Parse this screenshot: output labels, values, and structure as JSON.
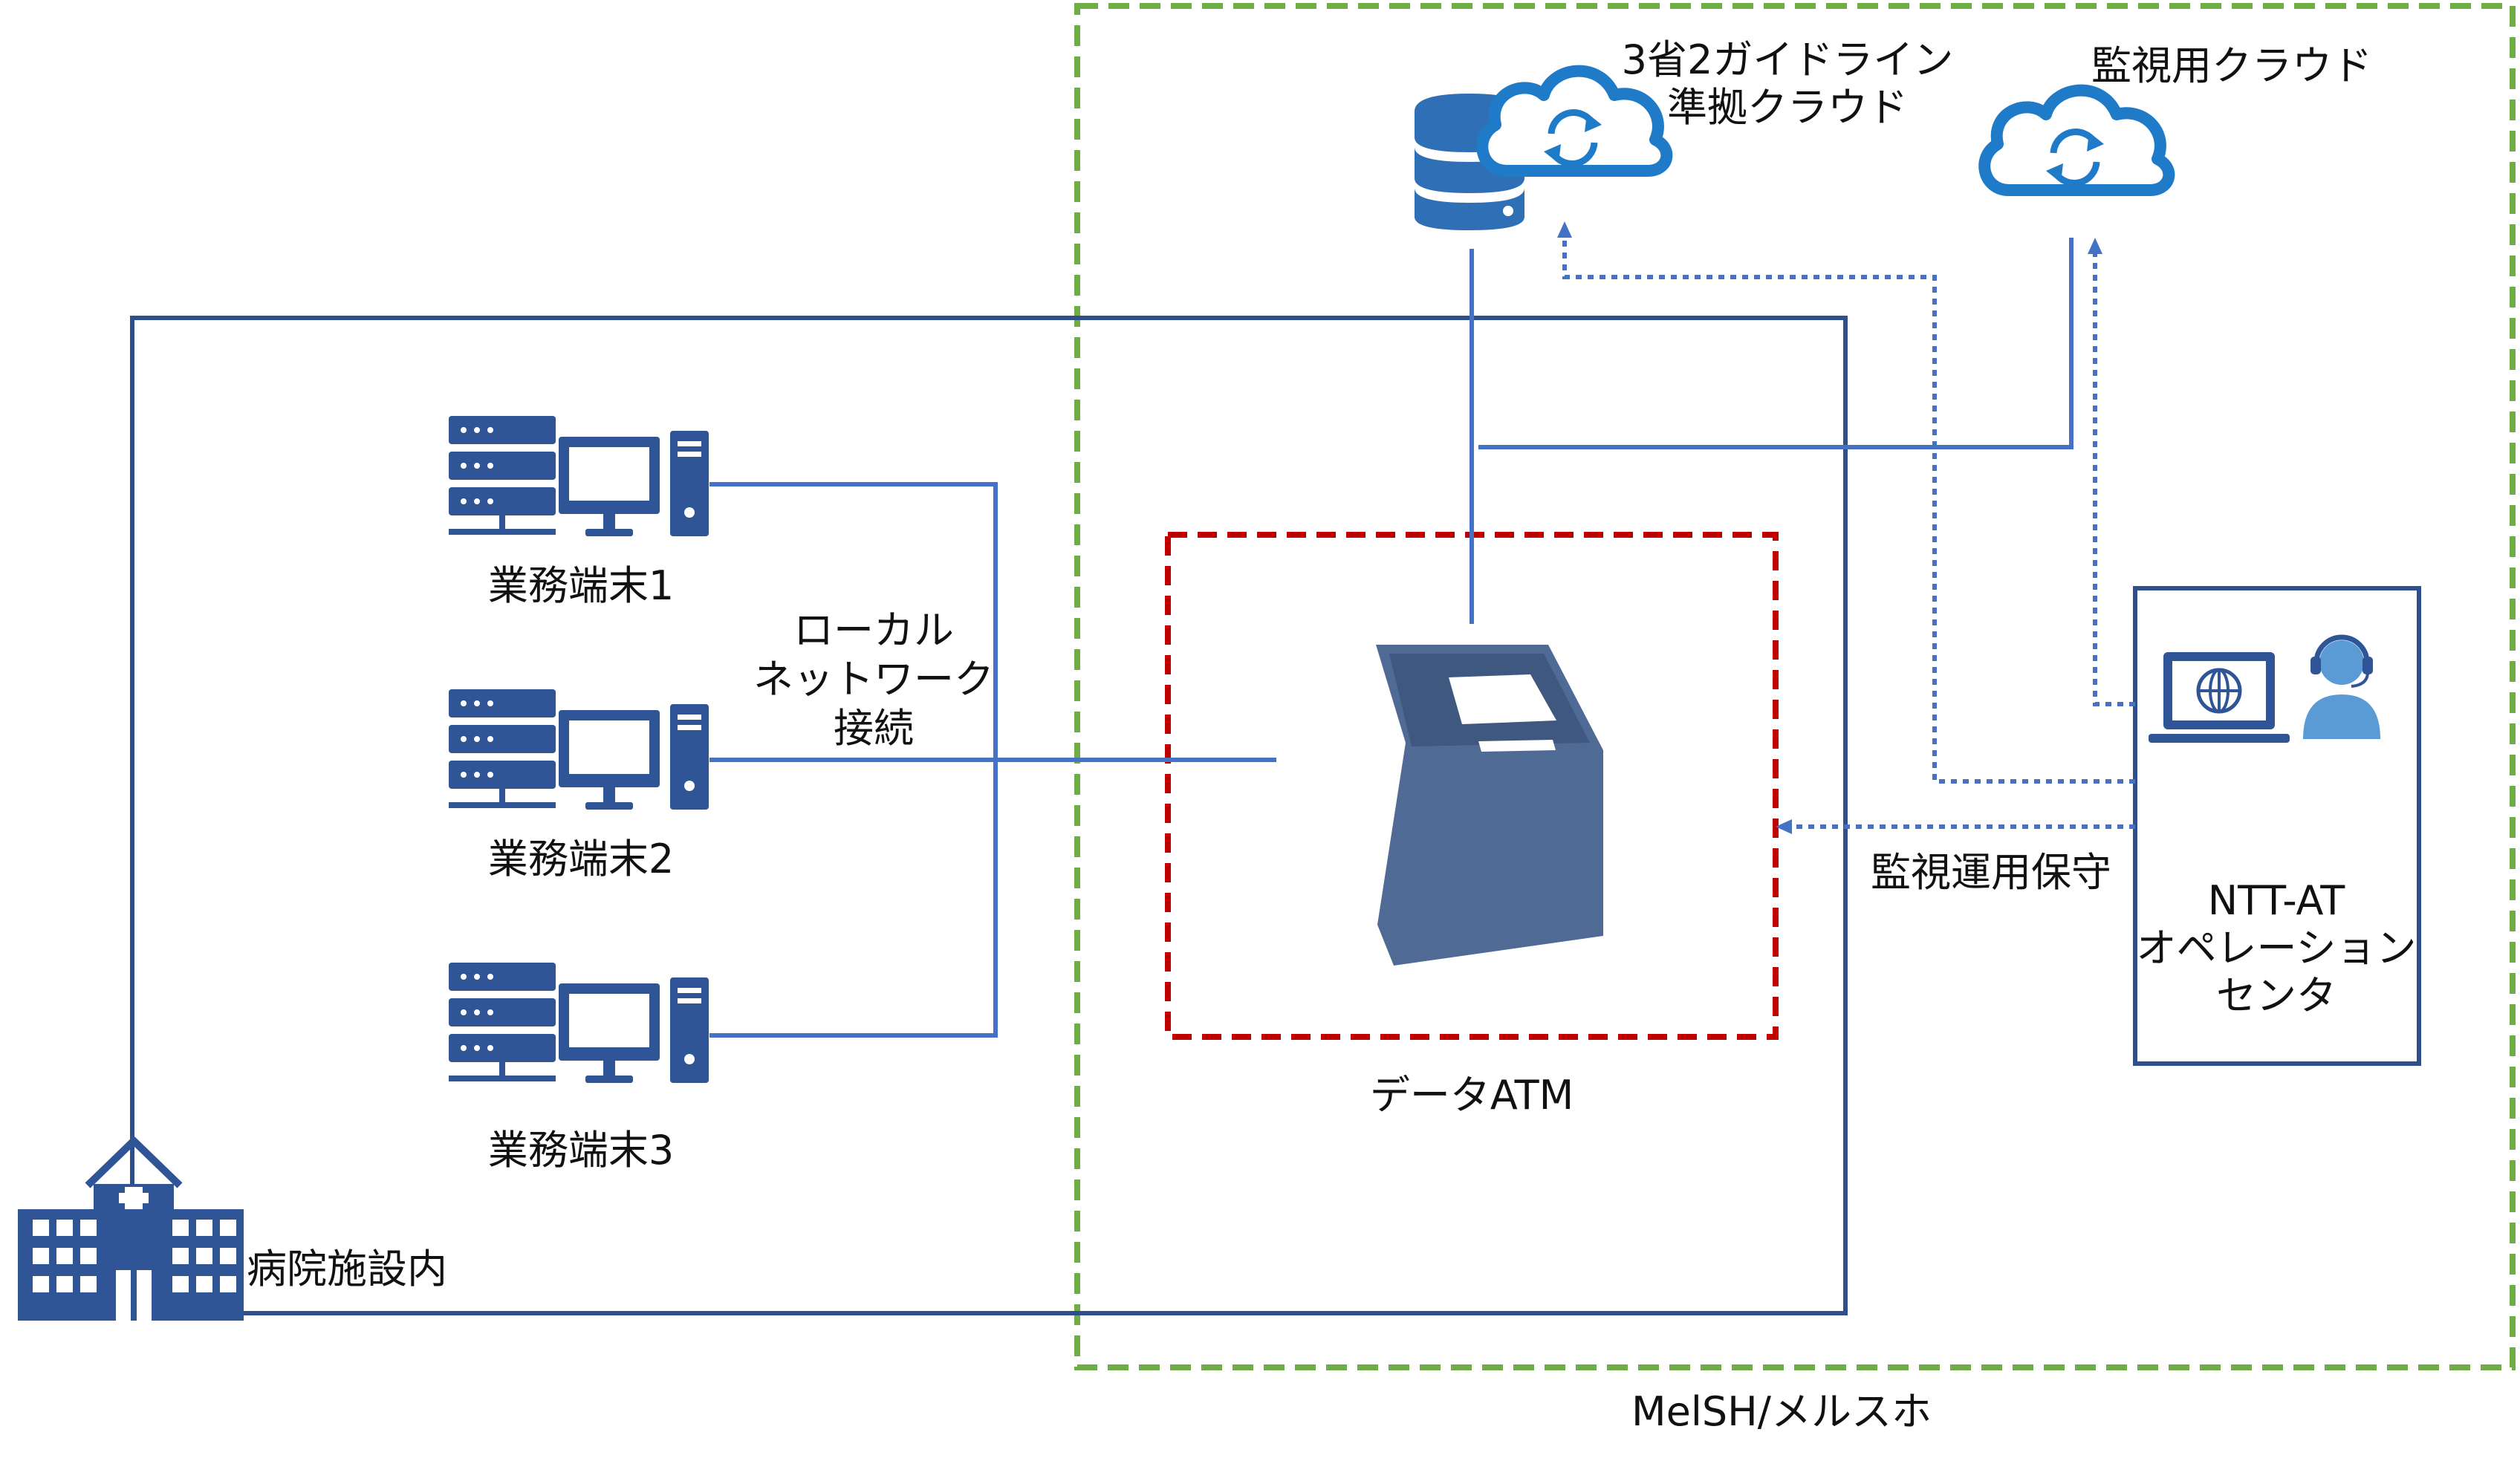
{
  "labels": {
    "terminal_1": "業務端末1",
    "terminal_2": "業務端末2",
    "terminal_3": "業務端末3",
    "lan_line1": "ローカル",
    "lan_line2": "ネットワーク",
    "lan_line3": "接続",
    "data_atm": "データATM",
    "hospital": "病院施設内",
    "compliant_cloud_line1": "3省2ガイドライン",
    "compliant_cloud_line2": "準拠クラウド",
    "monitoring_cloud": "監視用クラウド",
    "monitoring_ops": "監視運用保守",
    "ops_center_line1": "NTT-AT",
    "ops_center_line2": "オペレーション",
    "ops_center_line3": "センタ",
    "service_name": "MelSH/メルスホ"
  },
  "colors": {
    "line_blue": "#4472C4",
    "navy_border": "#2F4F8A",
    "icon_blue": "#2F5597",
    "cloud_blue": "#1F7BC8",
    "atm_slate": "#4F6A95",
    "green_dash": "#70AD47",
    "red_dash": "#C00000"
  },
  "icons": [
    "server-icon",
    "desktop-pc-icon",
    "atm-icon",
    "database-icon",
    "cloud-sync-icon",
    "hospital-icon",
    "laptop-globe-icon",
    "operator-headset-icon"
  ]
}
